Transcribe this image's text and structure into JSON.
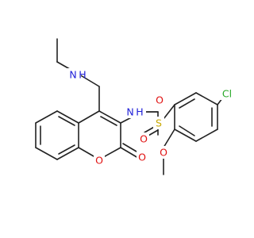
{
  "colors": {
    "bond": "#222222",
    "N": "#2020d8",
    "O": "#e01010",
    "S": "#c8a800",
    "Cl": "#28a828"
  },
  "atoms": {
    "n_propylamino": "N",
    "h_propylamino": "H",
    "n_sulfonamide": "N",
    "h_sulfonamide": "H",
    "s": "S",
    "o_s_top": "O",
    "o_s_bottom": "O",
    "cl": "Cl",
    "o_methoxy": "O",
    "o_carbonyl": "O",
    "o_ring": "O"
  }
}
